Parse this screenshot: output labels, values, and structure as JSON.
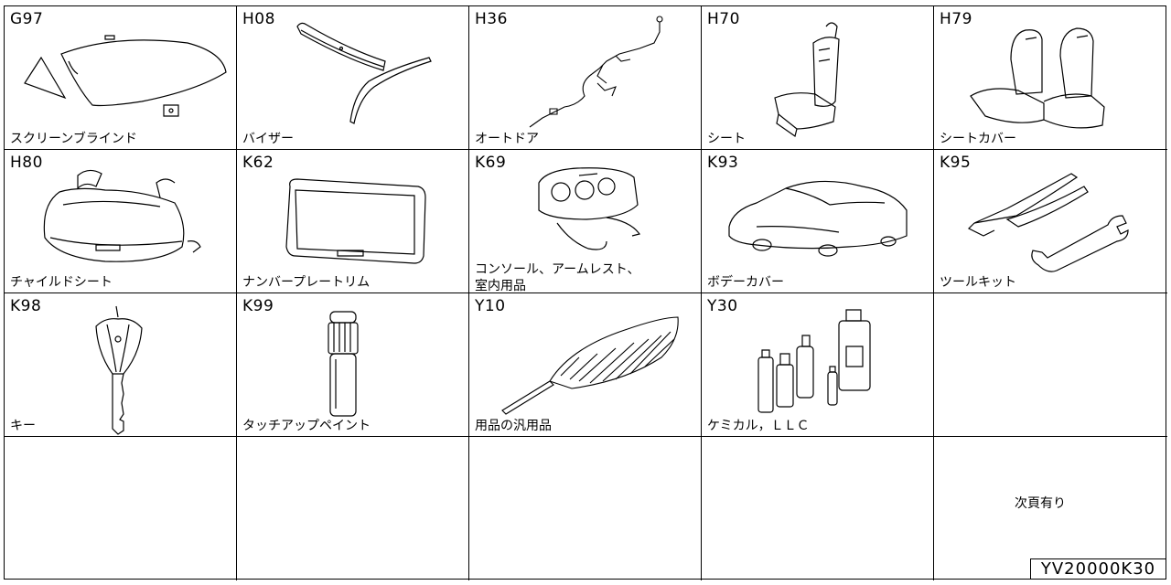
{
  "catalog": {
    "items": [
      {
        "code": "G97",
        "label": "スクリーンブラインド",
        "icon": "screen-blind-icon"
      },
      {
        "code": "H08",
        "label": "バイザー",
        "icon": "visor-icon"
      },
      {
        "code": "H36",
        "label": "オートドア",
        "icon": "auto-door-icon"
      },
      {
        "code": "H70",
        "label": "シート",
        "icon": "seat-icon"
      },
      {
        "code": "H79",
        "label": "シートカバー",
        "icon": "seat-cover-icon"
      },
      {
        "code": "H80",
        "label": "チャイルドシート",
        "icon": "child-seat-icon"
      },
      {
        "code": "K62",
        "label": "ナンバープレートリム",
        "icon": "license-plate-rim-icon"
      },
      {
        "code": "K69",
        "label": "コンソール、アームレスト、\n室内用品",
        "icon": "console-icon"
      },
      {
        "code": "K93",
        "label": "ボデーカバー",
        "icon": "body-cover-icon"
      },
      {
        "code": "K95",
        "label": "ツールキット",
        "icon": "tool-kit-icon"
      },
      {
        "code": "K98",
        "label": "キー",
        "icon": "key-icon"
      },
      {
        "code": "K99",
        "label": "タッチアップペイント",
        "icon": "touch-up-paint-icon"
      },
      {
        "code": "Y10",
        "label": "用品の汎用品",
        "icon": "duster-icon"
      },
      {
        "code": "Y30",
        "label": "ケミカル，ＬＬＣ",
        "icon": "chemical-bottles-icon"
      }
    ],
    "next_page_note": "次頁有り",
    "document_id": "YV20000K30"
  }
}
